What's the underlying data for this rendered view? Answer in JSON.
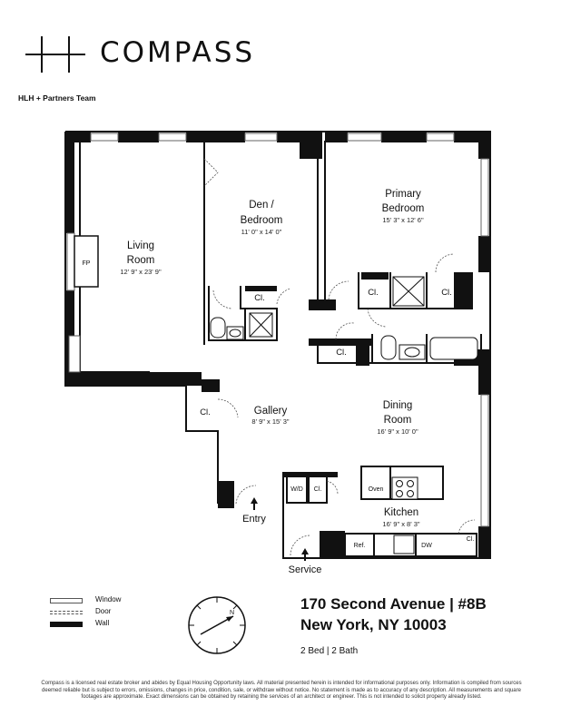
{
  "header": {
    "brand": "COMPASS",
    "team": "HLH + Partners Team"
  },
  "rooms": {
    "living": {
      "name1": "Living",
      "name2": "Room",
      "dims": "12' 9\" x 23' 9\""
    },
    "den": {
      "name1": "Den /",
      "name2": "Bedroom",
      "dims": "11' 0\" x 14' 0\""
    },
    "primary": {
      "name1": "Primary",
      "name2": "Bedroom",
      "dims": "15' 3\" x 12' 6\""
    },
    "gallery": {
      "name1": "Gallery",
      "dims": "8' 9\" x 15' 3\""
    },
    "dining": {
      "name1": "Dining",
      "name2": "Room",
      "dims": "16' 9\" x 10' 0\""
    },
    "kitchen": {
      "name1": "Kitchen",
      "dims": "16' 9\" x 8' 3\""
    }
  },
  "fixtures": {
    "fp": "FP",
    "closet": "Cl.",
    "wd": "W/D",
    "oven": "Oven",
    "ref": "Ref.",
    "dw": "DW"
  },
  "entries": {
    "entry": "Entry",
    "service": "Service"
  },
  "legend": {
    "window": "Window",
    "door": "Door",
    "wall": "Wall"
  },
  "address": {
    "line1": "170 Second Avenue | #8B",
    "line2": "New York, NY 10003"
  },
  "summary": "2 Bed | 2 Bath",
  "disclaimer": "Compass is a licensed real estate broker and abides by Equal Housing Opportunity laws. All material presented herein is intended for informational purposes only. Information is compiled from sources deemed reliable but is subject to errors, omissions, changes in price, condition, sale, or withdraw without notice. No statement is made as to accuracy of any description. All measurements and square footages are approximate. Exact dimensions can be obtained by retaining the services of an architect or engineer. This is not intended to solicit property already listed."
}
